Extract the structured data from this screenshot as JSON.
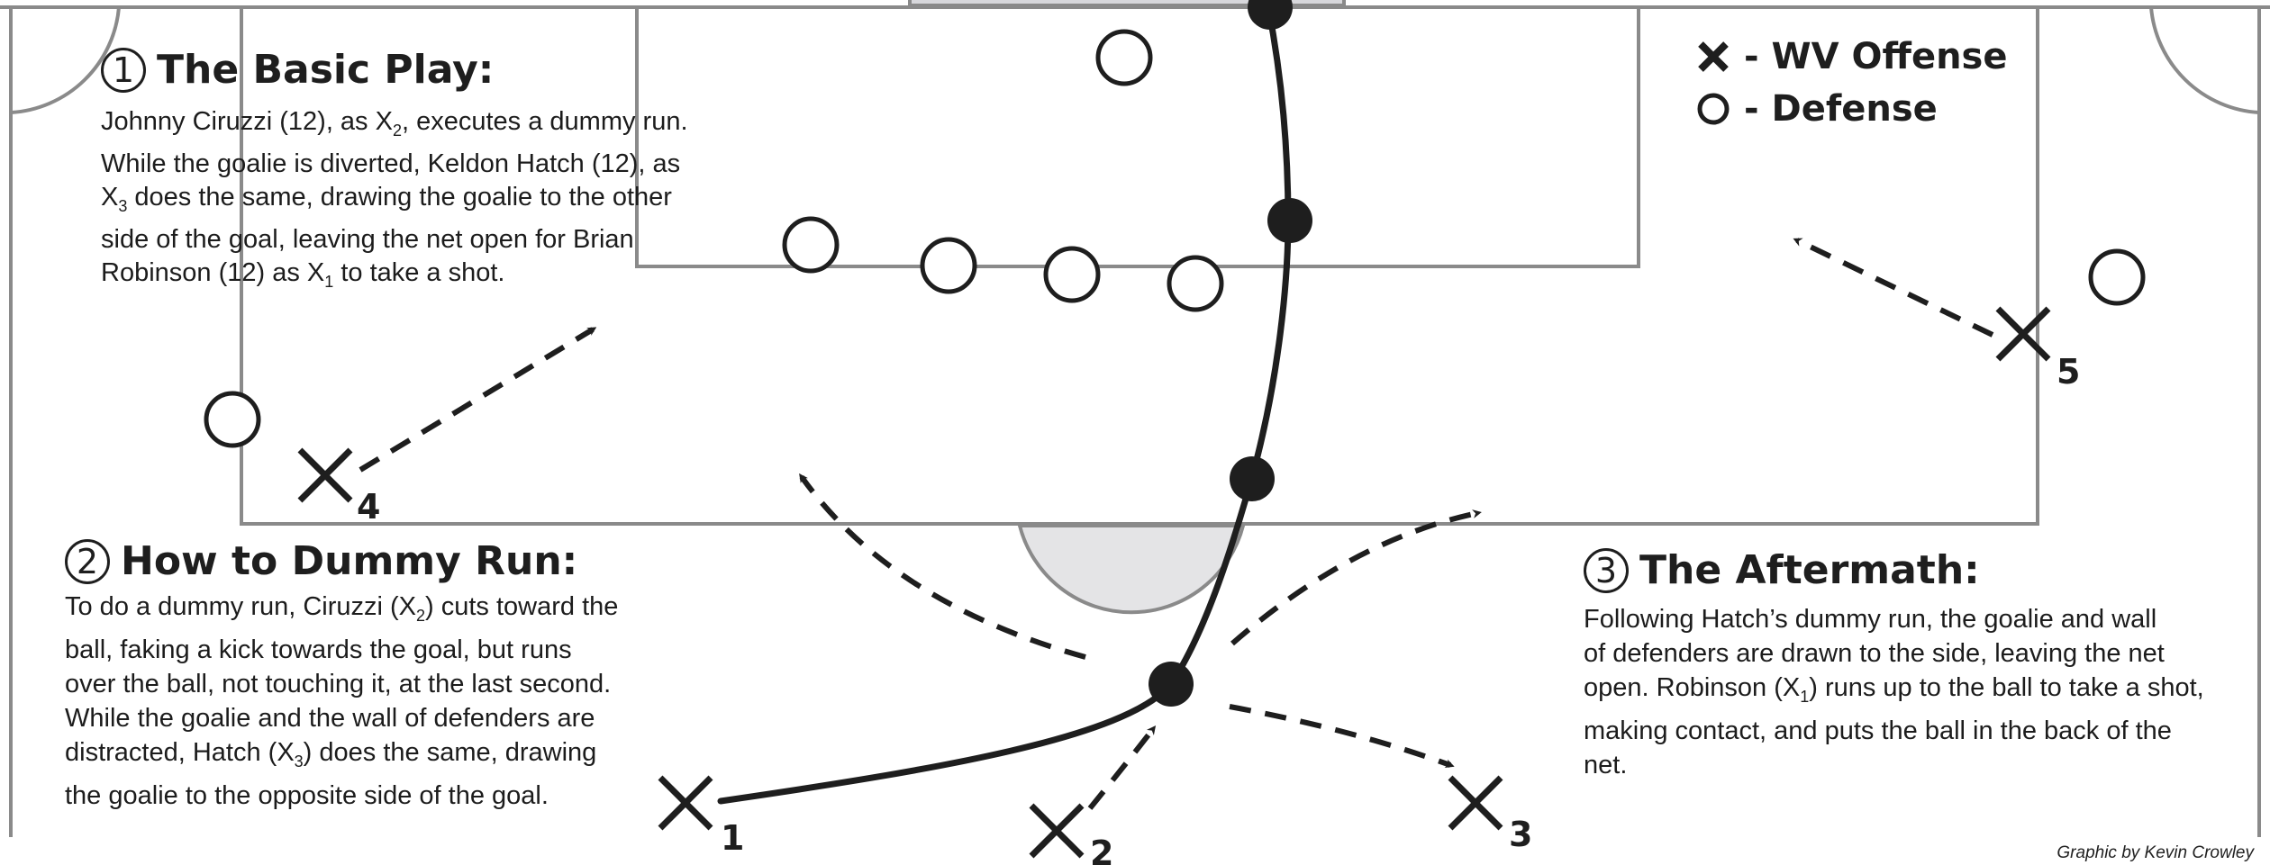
{
  "legend": {
    "offense_label": "- WV Offense",
    "defense_label": "- Defense"
  },
  "section1": {
    "number": "1",
    "title": "The Basic Play:",
    "lines": [
      [
        "Johnny Ciruzzi (12), as X",
        "2",
        ", executes a dummy run."
      ],
      [
        "While the goalie is diverted, Keldon Hatch (12),  as"
      ],
      [
        "X",
        "3",
        " does the same, drawing the goalie to the other"
      ],
      [
        "side of the goal, leaving the net open for Brian"
      ],
      [
        "Robinson (12) as X",
        "1",
        " to take a shot."
      ]
    ]
  },
  "section2": {
    "number": "2",
    "title": "How to Dummy Run:",
    "lines": [
      [
        "To do a dummy run, Ciruzzi (X",
        "2",
        ") cuts toward the"
      ],
      [
        "ball, faking a kick towards the goal, but runs"
      ],
      [
        "over the ball, not touching it, at the last second."
      ],
      [
        "While the goalie and the wall of defenders are"
      ],
      [
        "distracted, Hatch (X",
        "3",
        ") does the same, drawing"
      ],
      [
        "the goalie to the opposite side  of the goal."
      ]
    ]
  },
  "section3": {
    "number": "3",
    "title": "The Aftermath:",
    "lines": [
      [
        "Following Hatch’s dummy run, the goalie and wall"
      ],
      [
        "of defenders are drawn to the side, leaving the net"
      ],
      [
        "open. Robinson (X",
        "1",
        ") runs up to the ball to take a shot,"
      ],
      [
        "making contact, and puts the ball in the back of the"
      ],
      [
        "net."
      ]
    ]
  },
  "players": [
    {
      "label": "1"
    },
    {
      "label": "2"
    },
    {
      "label": "3"
    },
    {
      "label": "4"
    },
    {
      "label": "5"
    }
  ],
  "credit": "Graphic by Kevin Crowley",
  "colors": {
    "ink": "#1e1e1e",
    "field_line": "#8a8a8a",
    "penalty_arc_fill": "#e4e4e6"
  }
}
